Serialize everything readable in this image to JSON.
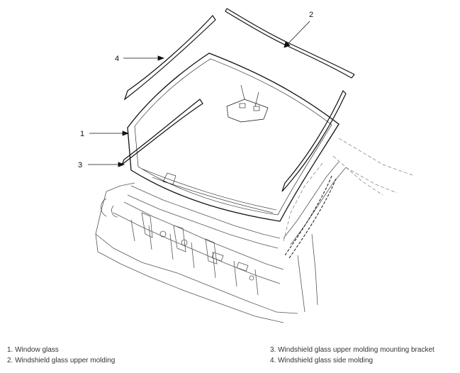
{
  "callouts": {
    "c1": "1",
    "c2": "2",
    "c3": "3",
    "c4": "4"
  },
  "legend": [
    "1. Window glass",
    "2. Windshield glass upper molding",
    "3. Windshield glass upper molding mounting bracket",
    "4. Windshield glass side molding"
  ]
}
